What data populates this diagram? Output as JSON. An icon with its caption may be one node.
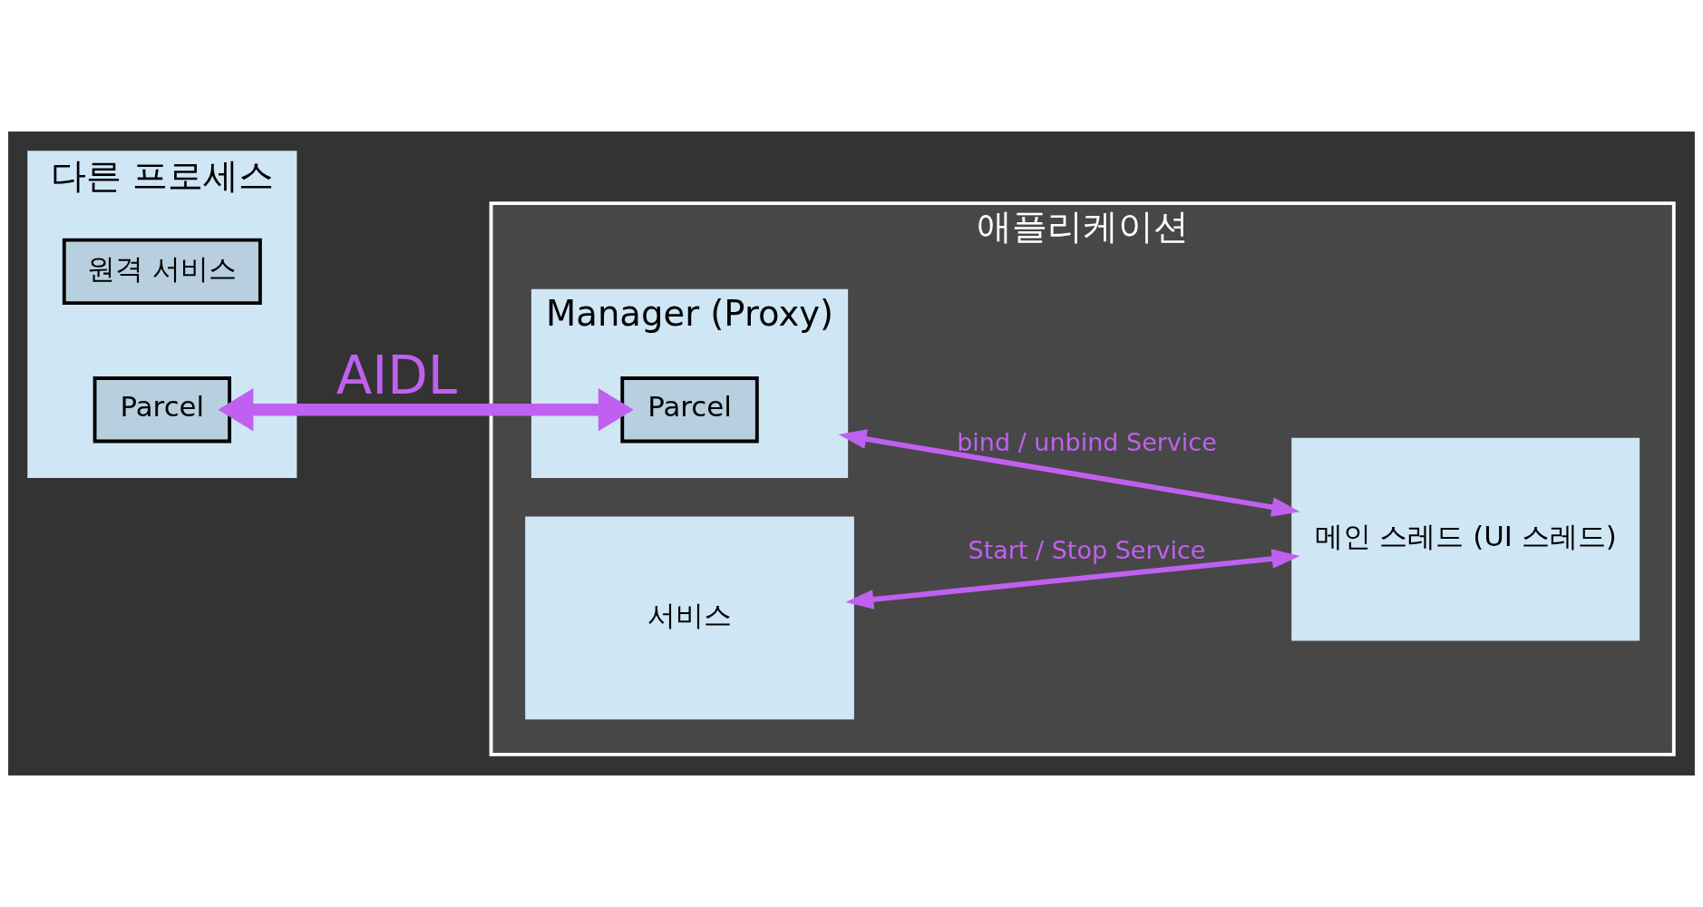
{
  "diagram": {
    "nodes": [
      {
        "text": [
          "다른 프로세스"
        ]
      },
      {
        "text": [
          "원격 서비스"
        ],
        "in": 0
      },
      {
        "text": [
          "Parcel"
        ],
        "in": 0
      },
      {
        "text": [
          "애플리케이션"
        ]
      },
      {
        "text": [
          "서비스"
        ],
        "in": 3
      },
      {
        "text": [
          "Manager (Proxy)"
        ],
        "in": 3
      },
      {
        "text": [
          "Parcel"
        ],
        "in": 5
      },
      {
        "text": [
          "메인 스레드 (UI 스레드)"
        ],
        "in": 3
      }
    ],
    "edges": [
      {
        "from": 2,
        "to": 6,
        "arrow": "both",
        "label": "AIDL",
        "style": "thick"
      },
      {
        "from": 4,
        "to": 7,
        "arrow": "both",
        "label": "Start / Stop Service"
      },
      {
        "from": 5,
        "to": 7,
        "arrow": "both",
        "label": "bind / unbind Service"
      }
    ]
  }
}
